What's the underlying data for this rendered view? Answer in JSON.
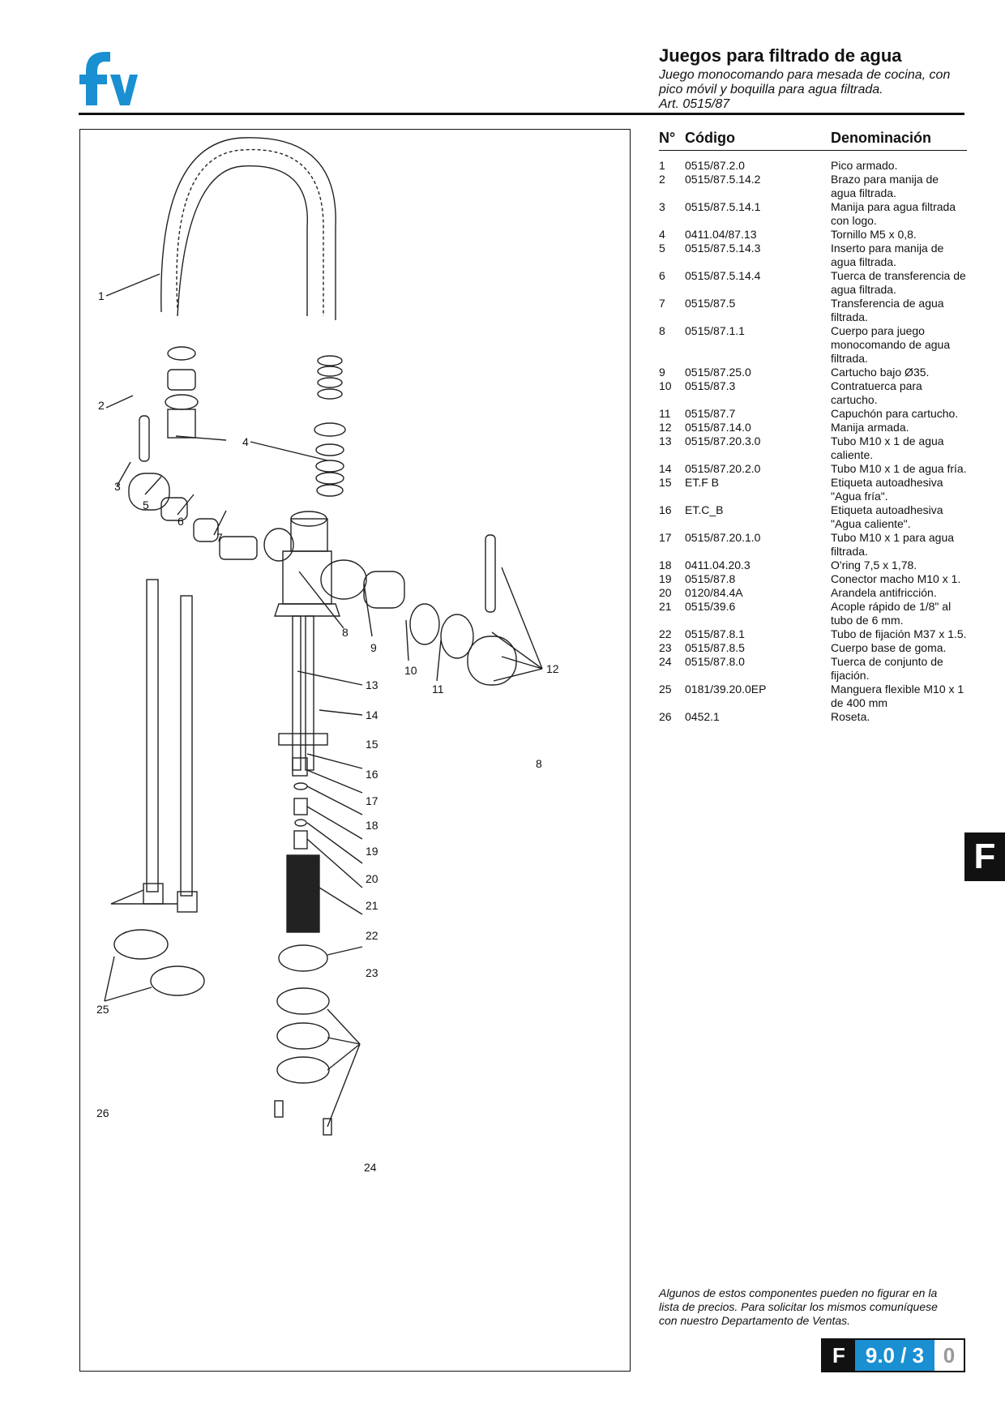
{
  "header": {
    "title": "Juegos para filtrado de agua",
    "subtitle_line1": "Juego monocomando para mesada de cocina, con",
    "subtitle_line2": "pico móvil y boquilla para agua filtrada.",
    "subtitle_line3": "Art. 0515/87"
  },
  "logo": {
    "text": "fv",
    "color": "#1a8fd1"
  },
  "table": {
    "col_number": "N°",
    "col_code": "Código",
    "col_name": "Denominación",
    "rows": [
      {
        "n": "1",
        "code": "0515/87.2.0",
        "name": "Pico armado."
      },
      {
        "n": "2",
        "code": "0515/87.5.14.2",
        "name": "Brazo para manija de agua filtrada."
      },
      {
        "n": "3",
        "code": "0515/87.5.14.1",
        "name": "Manija para agua filtrada con logo."
      },
      {
        "n": "4",
        "code": "0411.04/87.13",
        "name": "Tornillo M5 x 0,8."
      },
      {
        "n": "5",
        "code": "0515/87.5.14.3",
        "name": "Inserto para manija de agua filtrada."
      },
      {
        "n": "6",
        "code": "0515/87.5.14.4",
        "name": "Tuerca de transferencia de agua filtrada."
      },
      {
        "n": "7",
        "code": "0515/87.5",
        "name": "Transferencia de agua filtrada."
      },
      {
        "n": "8",
        "code": "0515/87.1.1",
        "name": "Cuerpo para juego monocomando de agua filtrada."
      },
      {
        "n": "9",
        "code": "0515/87.25.0",
        "name": "Cartucho bajo Ø35."
      },
      {
        "n": "10",
        "code": "0515/87.3",
        "name": "Contratuerca para cartucho."
      },
      {
        "n": "11",
        "code": "0515/87.7",
        "name": "Capuchón para cartucho."
      },
      {
        "n": "12",
        "code": "0515/87.14.0",
        "name": "Manija armada."
      },
      {
        "n": "13",
        "code": "0515/87.20.3.0",
        "name": "Tubo M10 x 1 de agua caliente."
      },
      {
        "n": "14",
        "code": "0515/87.20.2.0",
        "name": "Tubo M10 x 1 de agua fría."
      },
      {
        "n": "15",
        "code": "ET.F B",
        "name": "Etiqueta autoadhesiva \"Agua fría\"."
      },
      {
        "n": "16",
        "code": "ET.C_B",
        "name": "Etiqueta autoadhesiva \"Agua caliente\"."
      },
      {
        "n": "17",
        "code": "0515/87.20.1.0",
        "name": "Tubo M10 x 1 para agua filtrada."
      },
      {
        "n": "18",
        "code": "0411.04.20.3",
        "name": "O'ring 7,5 x 1,78."
      },
      {
        "n": "19",
        "code": "0515/87.8",
        "name": "Conector macho M10 x 1."
      },
      {
        "n": "20",
        "code": "0120/84.4A",
        "name": "Arandela antifricción."
      },
      {
        "n": "21",
        "code": "0515/39.6",
        "name": "Acople rápido de 1/8\" al tubo de 6 mm."
      },
      {
        "n": "22",
        "code": "0515/87.8.1",
        "name": "Tubo de fijación M37 x 1.5."
      },
      {
        "n": "23",
        "code": "0515/87.8.5",
        "name": "Cuerpo base de goma."
      },
      {
        "n": "24",
        "code": "0515/87.8.0",
        "name": "Tuerca de conjunto de fijación."
      },
      {
        "n": "25",
        "code": "0181/39.20.0EP",
        "name": "Manguera flexible M10 x 1 de 400 mm"
      },
      {
        "n": "26",
        "code": "0452.1",
        "name": "Roseta."
      }
    ]
  },
  "diagram": {
    "callouts": [
      "1",
      "2",
      "3",
      "4",
      "5",
      "6",
      "7",
      "8",
      "9",
      "10",
      "11",
      "12",
      "13",
      "14",
      "15",
      "16",
      "17",
      "18",
      "19",
      "20",
      "21",
      "22",
      "23",
      "24",
      "25",
      "26",
      "8"
    ]
  },
  "footnote": {
    "line1": "Algunos de estos componentes pueden no figurar en la",
    "line2": "lista de precios. Para solicitar los mismos comuníquese",
    "line3": "con nuestro Departamento de Ventas."
  },
  "side_tab": "F",
  "page": {
    "section": "F",
    "number": "9.0 / 3",
    "revision": "0"
  }
}
